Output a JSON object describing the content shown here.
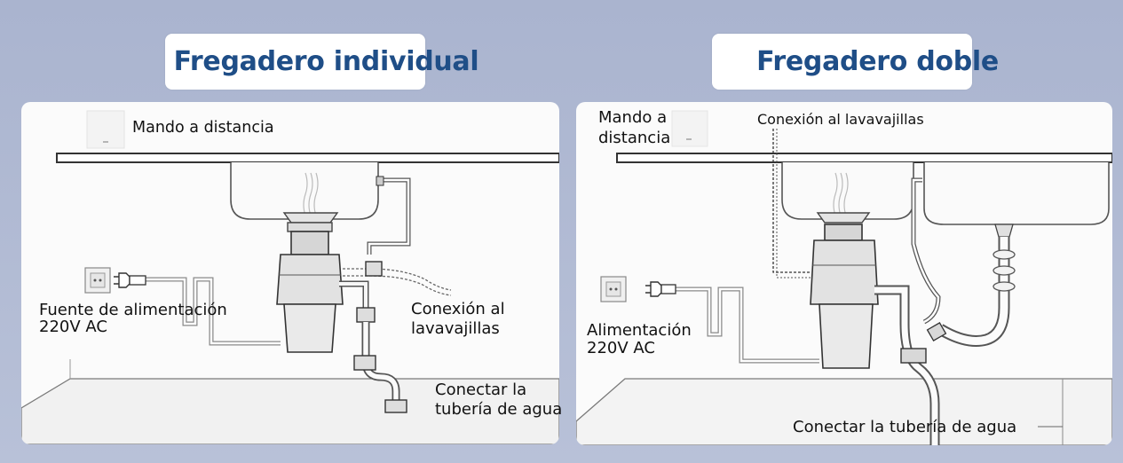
{
  "left": {
    "title": "Fregadero individual",
    "remote_label": "Mando a distancia",
    "power_line1": "Fuente de alimentación",
    "power_line2": "220V AC",
    "dishwasher_line1": "Conexión al",
    "dishwasher_line2": "lavavajillas",
    "water_line1": "Conectar la",
    "water_line2": "tubería de agua"
  },
  "right": {
    "title": "Fregadero doble",
    "remote_line1": "Mando a",
    "remote_line2": "distancia",
    "dishwasher_label": "Conexión al lavavajillas",
    "power_line1": "Alimentación",
    "power_line2": "220V AC",
    "water_label": "Conectar la tubería de agua"
  },
  "colors": {
    "title": "#1f4e87",
    "background": "#b3bdd5"
  }
}
